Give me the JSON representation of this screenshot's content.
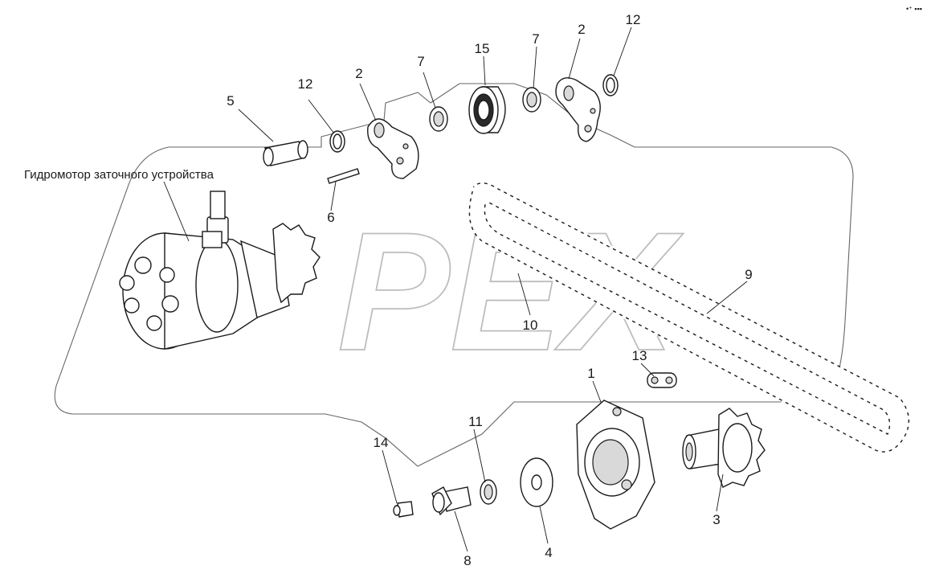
{
  "title": "Гидромотор заточного устройства",
  "corner_mark": "•⁺ ▪▪▪",
  "watermark": "PEX",
  "callouts": [
    {
      "id": "c1",
      "label": "1"
    },
    {
      "id": "c2a",
      "label": "2"
    },
    {
      "id": "c2b",
      "label": "2"
    },
    {
      "id": "c3",
      "label": "3"
    },
    {
      "id": "c4",
      "label": "4"
    },
    {
      "id": "c5",
      "label": "5"
    },
    {
      "id": "c6",
      "label": "6"
    },
    {
      "id": "c7a",
      "label": "7"
    },
    {
      "id": "c7b",
      "label": "7"
    },
    {
      "id": "c8",
      "label": "8"
    },
    {
      "id": "c9",
      "label": "9"
    },
    {
      "id": "c10",
      "label": "10"
    },
    {
      "id": "c11",
      "label": "11"
    },
    {
      "id": "c12a",
      "label": "12"
    },
    {
      "id": "c12b",
      "label": "12"
    },
    {
      "id": "c13",
      "label": "13"
    },
    {
      "id": "c14",
      "label": "14"
    },
    {
      "id": "c15",
      "label": "15"
    }
  ]
}
